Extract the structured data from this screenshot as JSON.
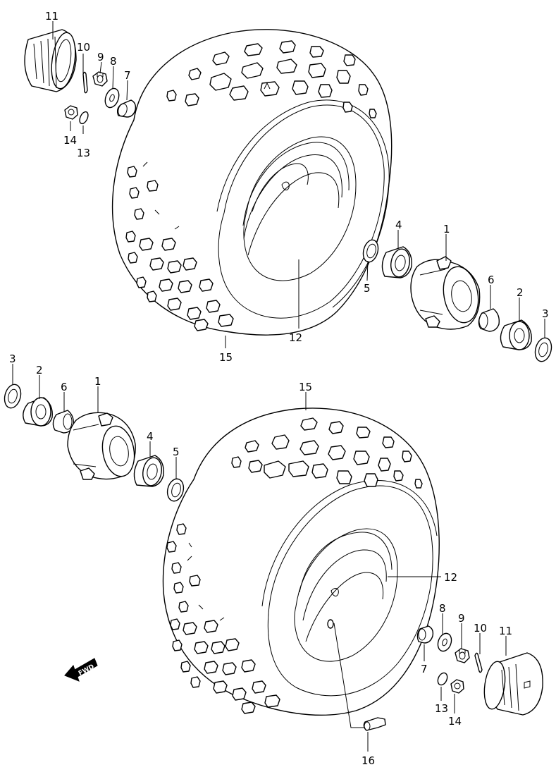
{
  "diagram": {
    "forward_label": "FWD",
    "callouts": {
      "top": {
        "p11": "11",
        "p10": "10",
        "p9": "9",
        "p8": "8",
        "p7": "7",
        "p14": "14",
        "p13": "13",
        "p4": "4",
        "p1": "1",
        "p5": "5",
        "p6": "6",
        "p2": "2",
        "p3": "3",
        "p12": "12",
        "p15": "15"
      },
      "bottom": {
        "p3": "3",
        "p2": "2",
        "p6": "6",
        "p1": "1",
        "p4": "4",
        "p5": "5",
        "p15": "15",
        "p12": "12",
        "p8": "8",
        "p9": "9",
        "p10": "10",
        "p11": "11",
        "p7": "7",
        "p13": "13",
        "p14": "14",
        "p16": "16"
      }
    }
  }
}
